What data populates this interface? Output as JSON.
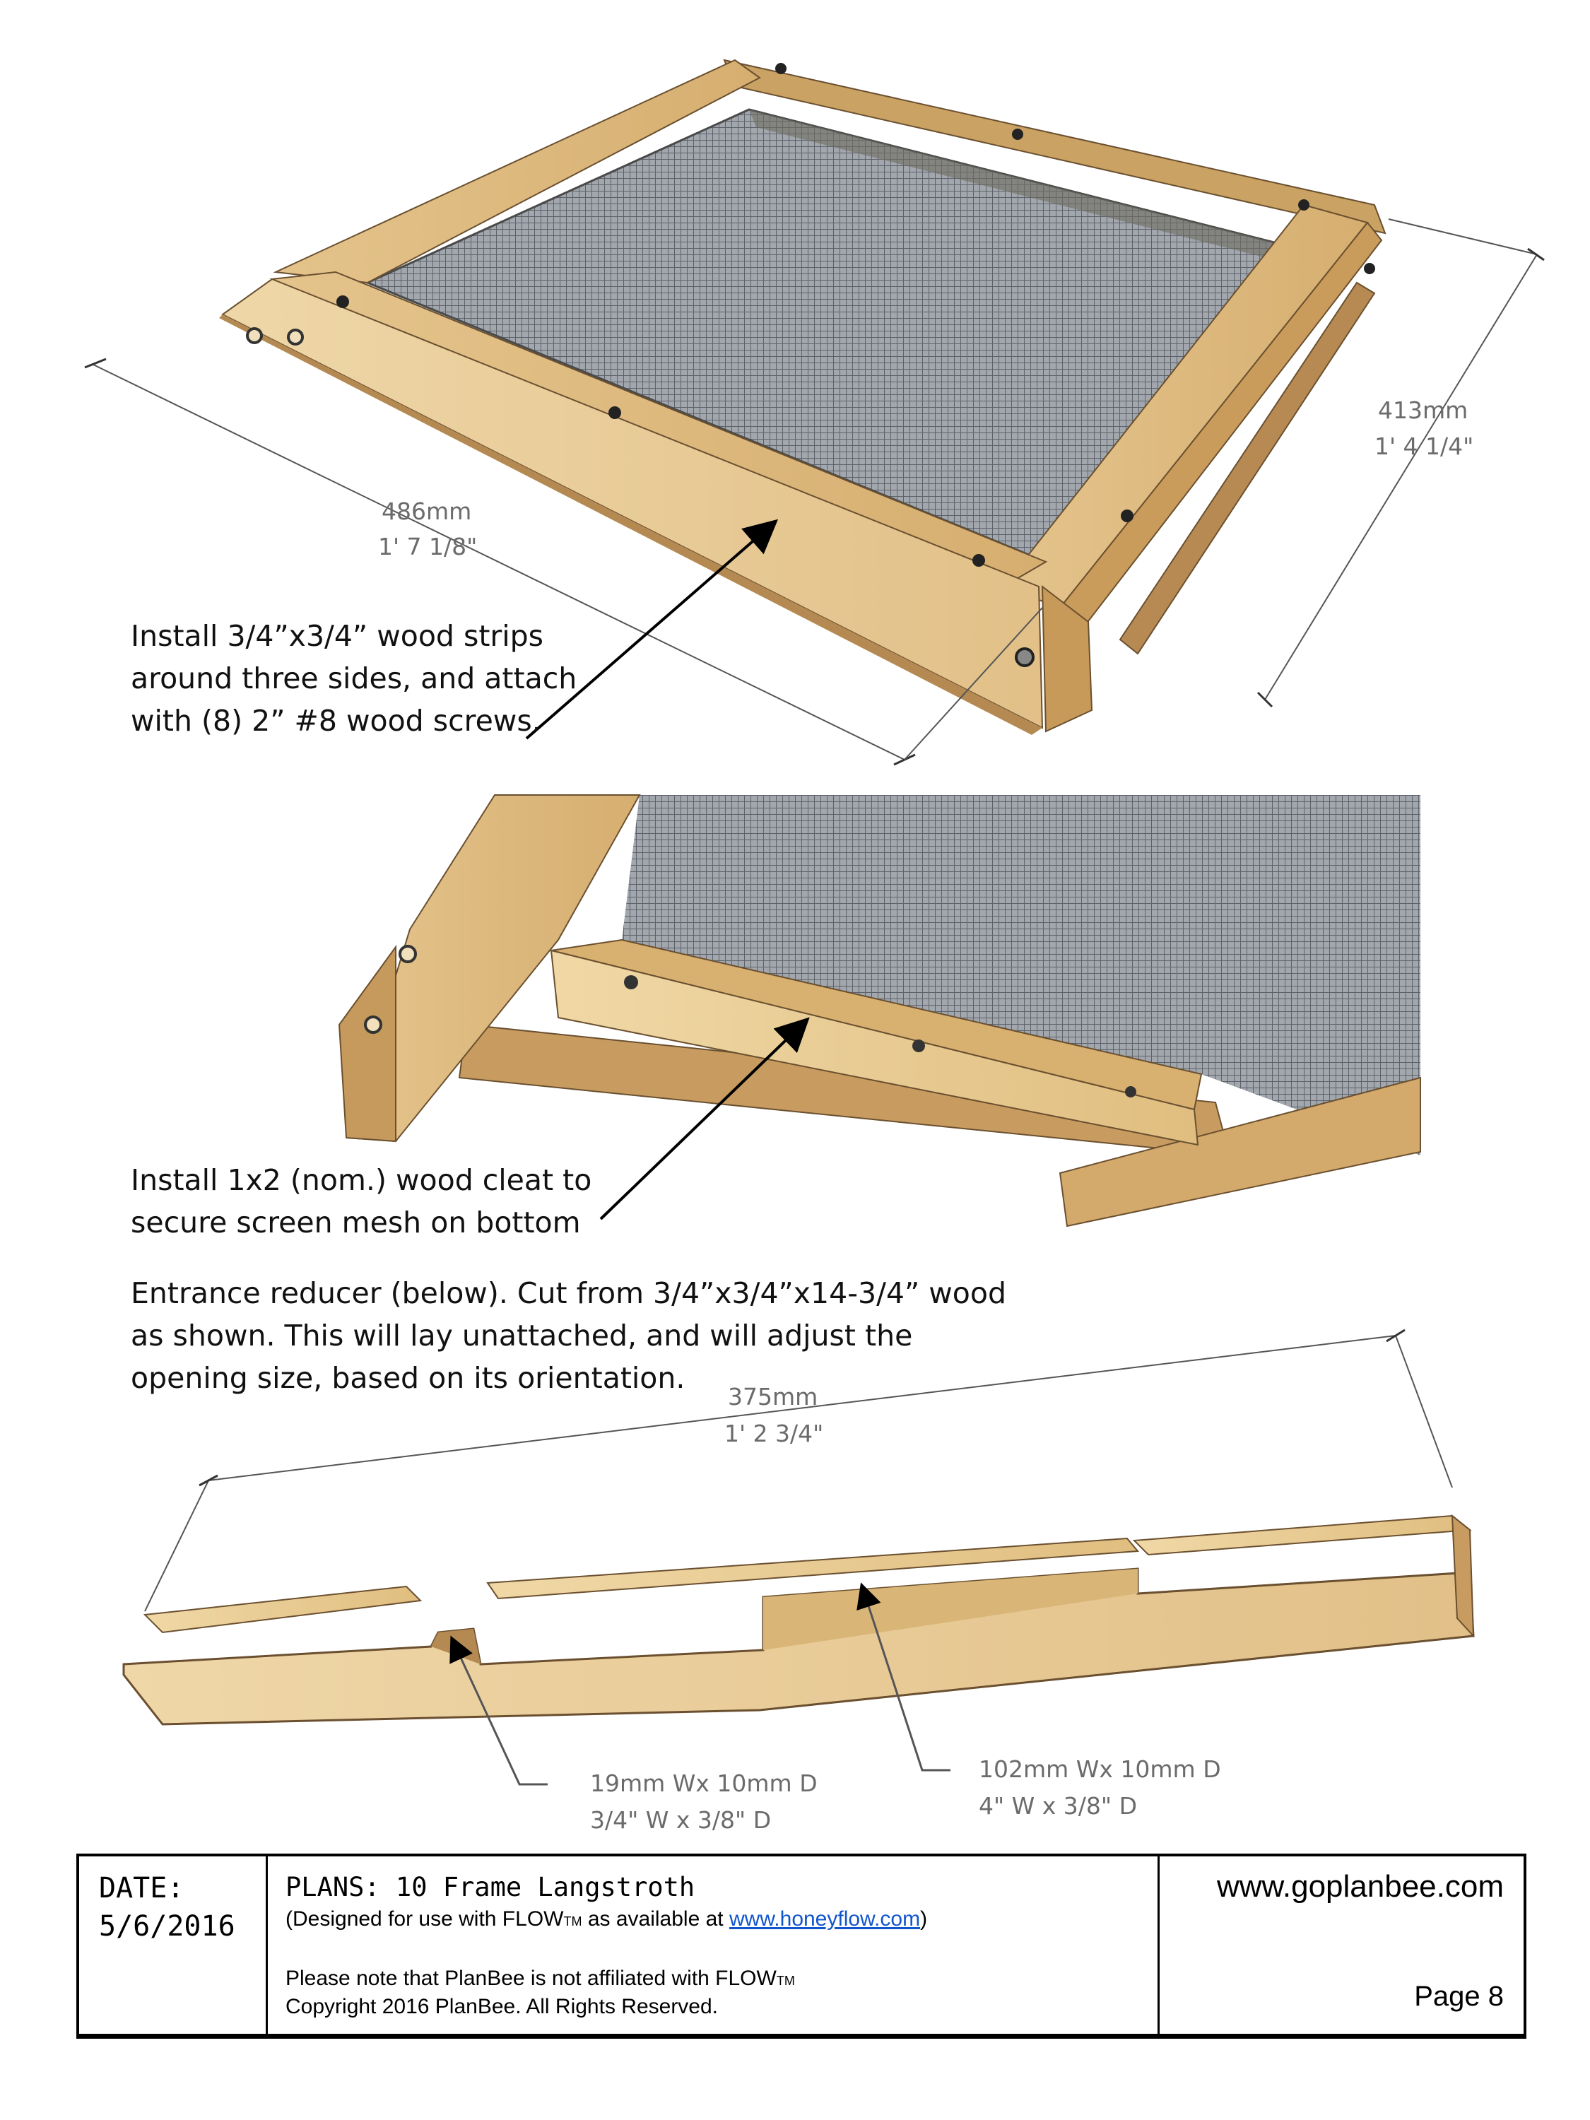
{
  "steps": {
    "strips_callout": [
      "Install 3/4”x3/4” wood strips",
      "around three sides, and attach",
      "with (8) 2” #8 wood screws."
    ],
    "cleat_callout": [
      "Install 1x2 (nom.) wood cleat to",
      "secure screen mesh on bottom"
    ],
    "reducer_callout": [
      "Entrance reducer (below).  Cut from 3/4”x3/4”x14-3/4” wood",
      "as shown.  This will lay unattached, and will adjust the",
      "opening size, based on its orientation."
    ]
  },
  "dimensions": {
    "length": {
      "metric": "486mm",
      "imperial": "1' 7 1/8\""
    },
    "width": {
      "metric": "413mm",
      "imperial": "1' 4 1/4\""
    },
    "reducer_length": {
      "metric": "375mm",
      "imperial": "1' 2 3/4\""
    },
    "small_notch": {
      "metric": "19mm Wx 10mm D",
      "imperial": "3/4\" W x 3/8\" D"
    },
    "large_notch": {
      "metric": "102mm Wx 10mm D",
      "imperial": "4\" W x 3/8\" D"
    }
  },
  "footer": {
    "date_label": "DATE:",
    "date_value": "5/6/2016",
    "plans_title": "PLANS: 10 Frame Langstroth",
    "designed_prefix": "(Designed for use with FLOW",
    "tm": "TM",
    "designed_middle": " as available at ",
    "designed_link": "www.honeyflow.com",
    "designed_suffix": ")",
    "note_line": "Please note that PlanBee is not affiliated with FLOW",
    "copyright": "Copyright 2016 PlanBee. All Rights Reserved.",
    "website": "www.goplanbee.com",
    "page": "Page 8"
  },
  "colors": {
    "wood_light": "#e8c890",
    "wood_mid": "#d8b074",
    "wood_dark": "#b48a52",
    "mesh": "#9aa0a8",
    "link": "#1155cc"
  }
}
